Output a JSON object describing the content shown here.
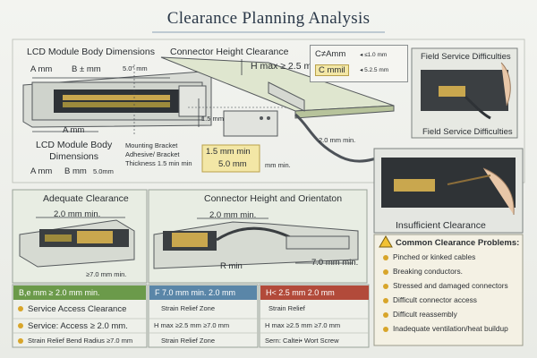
{
  "title": "Clearance Planning Analysis",
  "top": {
    "lcd_dims_label": "LCD Module Body Dimensions",
    "dim_a": "A mm",
    "dim_b": "B ± mm",
    "dim_5": "5.0\"",
    "dim_5_unit": "mm",
    "dim_a2": "A mm",
    "dim_15": "1.5 mm",
    "connector_height_label": "Connector Height Clearance",
    "h_max": "H max ≥ 2.5 mm",
    "c_y": "C≠Amm",
    "c_y_note": "◂ ≤1.0 mm",
    "c_mmil": "C mmil",
    "c_mmil_note": "◂ 5.2.5 mm",
    "min_20": "2.0 mm min.",
    "field_service_label": "Field Service Difficulties",
    "field_service_caption": "Field Service Difficulties"
  },
  "mid": {
    "lcd_dims_label2": "LCD Module Body\nDimensions",
    "dim_a3": "A mm",
    "dim_b3": "B mm",
    "dim_50": "5.0mm",
    "mount1": "Mounting Bracket",
    "mount2": "Adhesive/ Bracket",
    "mount3": "Thickness  1.5 min min",
    "m15": "1.5 mm min",
    "m50": "5.0 mm",
    "mm_min": "mm min.",
    "insufficient": "Insufficient Clearance"
  },
  "panels": {
    "adequate_title": "Adequate Clearance",
    "adequate_min": "2.0 mm min.",
    "adequate_70": "≥7.0 mm min.",
    "connector_title": "Connector Height and Orientaton",
    "connector_min": "2.0 mm min.",
    "connector_r": "R min",
    "connector_70": "7.0 mm min."
  },
  "problems": {
    "title": "Common Clearance Problems:",
    "items": [
      "Pinched or kinked cables",
      "Breaking conductors.",
      "Stressed and damaged connectors",
      "Difficult connector access",
      "Difficult reassembly",
      "Inadequate ventilation/heat buildup"
    ]
  },
  "bottom": {
    "bar1": "B,e mm  ≥ 2.0 mm min.",
    "bar2": "F 7.0 mm min.  2.0 mm",
    "bar3": "H< 2.5 mm  2.0 mm",
    "col1_r1": "Service Access Clearance",
    "col1_r2": "Service: Access  ≥ 2.0 mm.",
    "col1_r3": "Strain Relief",
    "col1_r3b": "Bend Radius ≥7.0 mm",
    "col2_r1": "Strain Relief Zone",
    "col2_r2": "H max ≥2.5 mm  ≥7.0 mm",
    "col2_r3": "Strain Relief Zone",
    "col3_r1": "Strain Relief",
    "col3_r2": "H max  ≥2.5 mm  ≥7.0 mm",
    "col3_r3": "Sern: Caltei•  Wort Screw"
  },
  "colors": {
    "green": "#6b9a4a",
    "blue": "#5a86a8",
    "red": "#b24a3a",
    "gold": "#d8a52a"
  }
}
